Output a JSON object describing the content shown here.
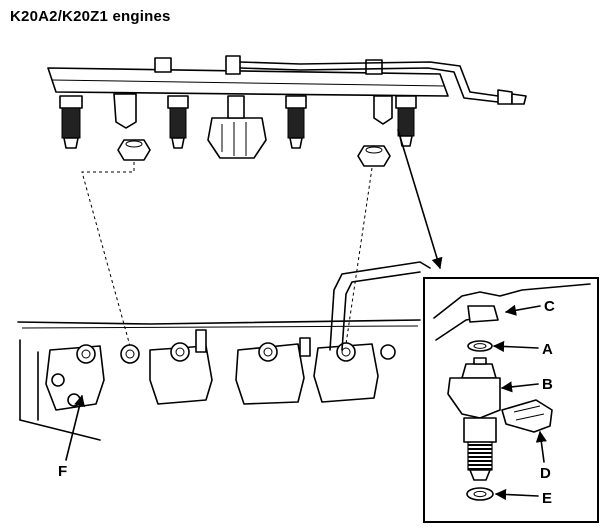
{
  "title": "K20A2/K20Z1 engines",
  "labels": {
    "a": "A",
    "b": "B",
    "c": "C",
    "d": "D",
    "e": "E",
    "f": "F"
  }
}
